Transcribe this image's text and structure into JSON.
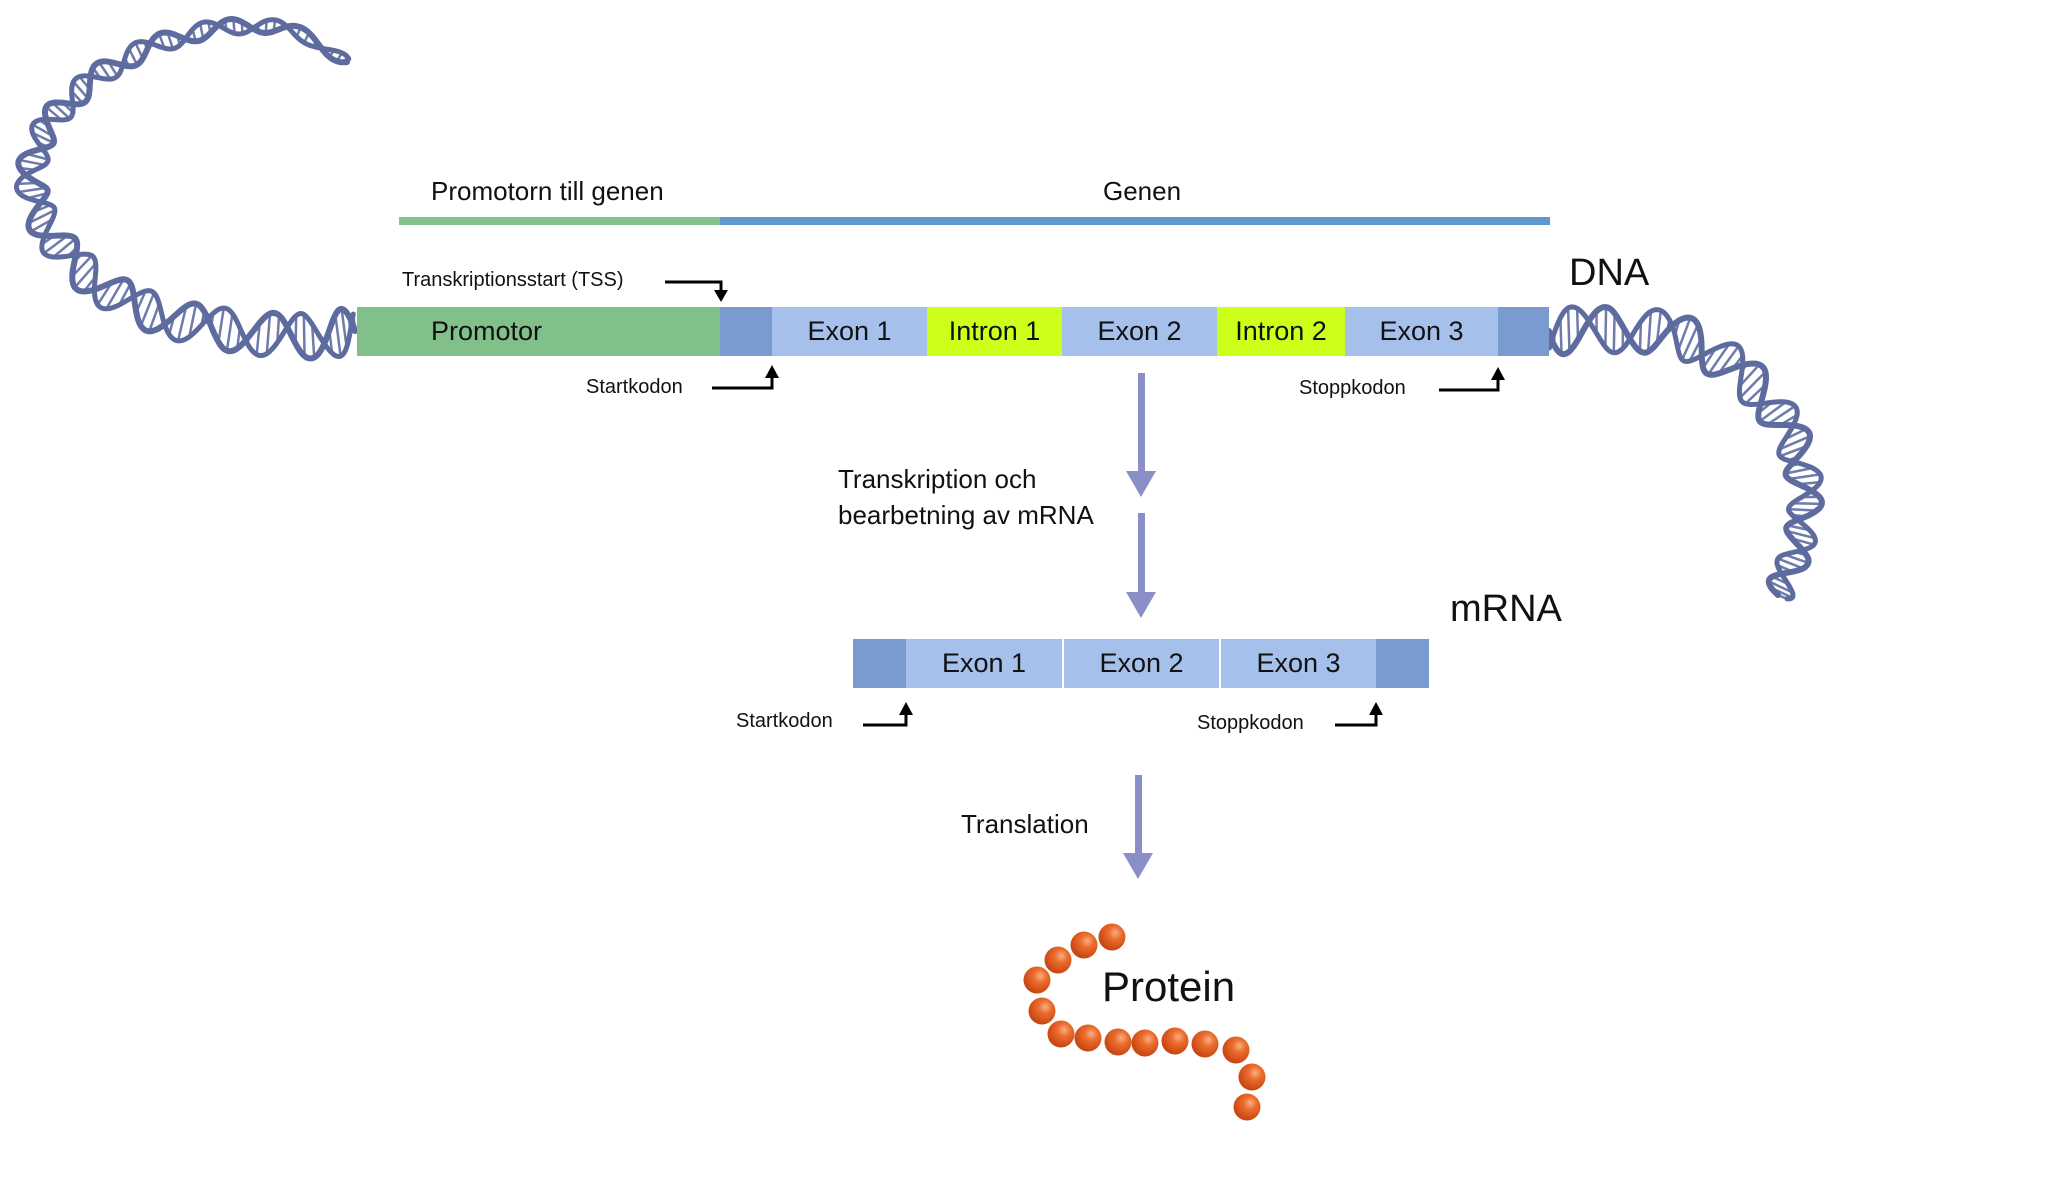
{
  "colors": {
    "promoter": "#82c08a",
    "utr": "#7a9bd0",
    "exon": "#a6c0ec",
    "intron": "#ccff1a",
    "gene_line": "#6097cc",
    "promoter_line": "#86c28c",
    "process_arrow": "#8a8fc8",
    "dna_helix": "#5d6b9e",
    "protein_bead": "#e2581c"
  },
  "header": {
    "promoter_span_label": "Promotorn till genen",
    "gene_span_label": "Genen"
  },
  "dna": {
    "label": "DNA",
    "tss_label": "Transkriptionsstart (TSS)",
    "start_codon_label": "Startkodon",
    "stop_codon_label": "Stoppkodon",
    "segments": [
      {
        "type": "promoter",
        "label": "Promotor"
      },
      {
        "type": "utr",
        "label": ""
      },
      {
        "type": "exon",
        "label": "Exon 1"
      },
      {
        "type": "intron",
        "label": "Intron 1"
      },
      {
        "type": "exon",
        "label": "Exon 2"
      },
      {
        "type": "intron",
        "label": "Intron 2"
      },
      {
        "type": "exon",
        "label": "Exon 3"
      },
      {
        "type": "utr",
        "label": ""
      }
    ]
  },
  "step1": {
    "line1": "Transkription och",
    "line2": "bearbetning av mRNA"
  },
  "mrna": {
    "label": "mRNA",
    "start_codon_label": "Startkodon",
    "stop_codon_label": "Stoppkodon",
    "segments": [
      {
        "type": "utr",
        "label": ""
      },
      {
        "type": "exon",
        "label": "Exon 1"
      },
      {
        "type": "exon",
        "label": "Exon 2"
      },
      {
        "type": "exon",
        "label": "Exon 3"
      },
      {
        "type": "utr",
        "label": ""
      }
    ]
  },
  "step2": {
    "label": "Translation"
  },
  "protein": {
    "label": "Protein",
    "bead_count": 14
  }
}
